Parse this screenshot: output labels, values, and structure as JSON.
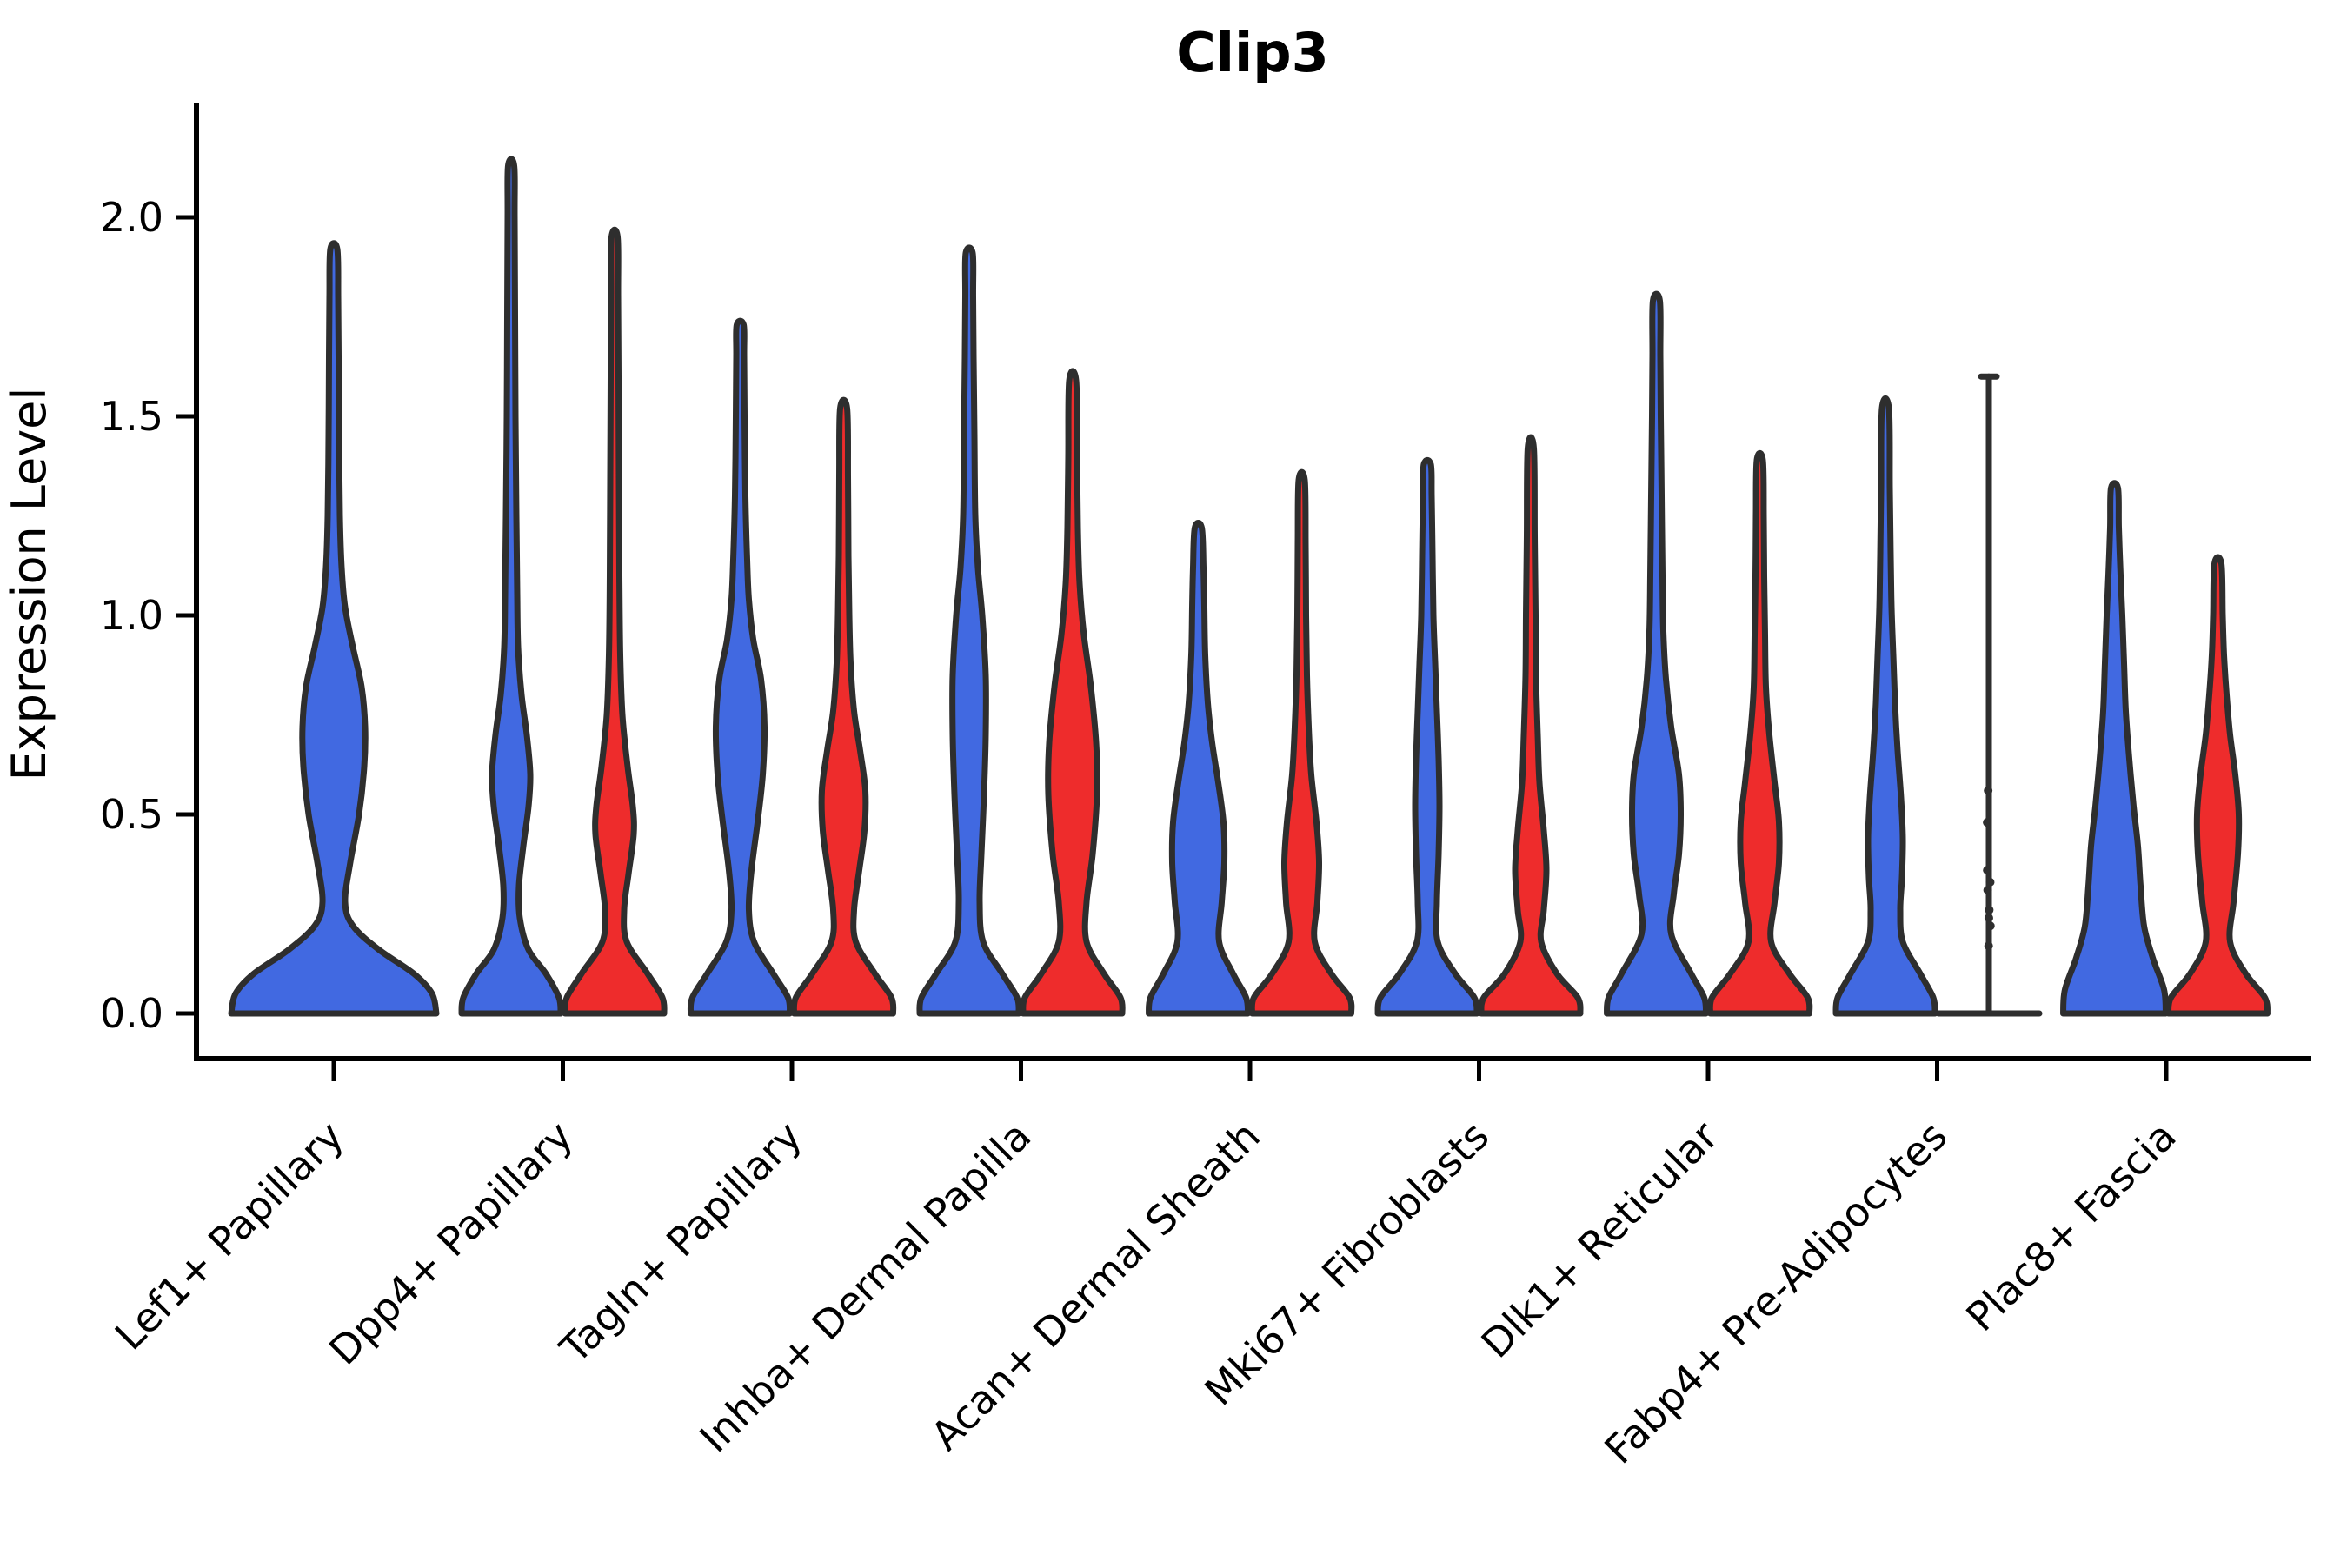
{
  "chart_data": {
    "type": "violin",
    "title": "Clip3",
    "ylabel": "Expression Level",
    "xlabel": "",
    "grid": false,
    "legend": "none",
    "y_ticks": [
      0.0,
      0.5,
      1.0,
      1.5,
      2.0
    ],
    "ylim": [
      -0.11,
      2.28
    ],
    "categories": [
      "Lef1+ Papillary",
      "Dpp4+ Papillary",
      "Tagln+ Papillary",
      "Inhba+ Dermal Papilla",
      "Acan+ Dermal Sheath",
      "Mki67+ Fibroblasts",
      "Dlk1+ Reticular",
      "Fabp4+ Pre-Adipocytes",
      "Plac8+ Fascia"
    ],
    "series": [
      {
        "name": "blue",
        "color": "#4169E1",
        "max_values": [
          1.92,
          2.13,
          1.73,
          1.91,
          1.22,
          1.38,
          1.79,
          1.52,
          1.32
        ]
      },
      {
        "name": "red",
        "color": "#EE2C2C",
        "max_values": [
          null,
          1.95,
          1.52,
          1.59,
          1.34,
          1.42,
          1.39,
          1.6,
          1.13
        ]
      }
    ],
    "edge_color": "#2E2E2E",
    "violins": [
      {
        "category": 0,
        "group": "blue",
        "placement": "single",
        "max": 1.92,
        "profile": [
          [
            0,
            118
          ],
          [
            0.05,
            113
          ],
          [
            0.1,
            92
          ],
          [
            0.16,
            52
          ],
          [
            0.22,
            22
          ],
          [
            0.28,
            13
          ],
          [
            0.38,
            19
          ],
          [
            0.5,
            29
          ],
          [
            0.62,
            35
          ],
          [
            0.72,
            36
          ],
          [
            0.82,
            32
          ],
          [
            0.92,
            22
          ],
          [
            1.02,
            13
          ],
          [
            1.12,
            9
          ],
          [
            1.25,
            7
          ],
          [
            1.45,
            6
          ],
          [
            1.65,
            5.5
          ],
          [
            1.8,
            5
          ],
          [
            1.92,
            4
          ]
        ]
      },
      {
        "category": 1,
        "group": "blue",
        "placement": "left",
        "max": 2.13,
        "profile": [
          [
            0,
            57
          ],
          [
            0.04,
            55
          ],
          [
            0.1,
            40
          ],
          [
            0.16,
            20
          ],
          [
            0.24,
            10
          ],
          [
            0.32,
            9
          ],
          [
            0.42,
            14
          ],
          [
            0.52,
            20
          ],
          [
            0.6,
            22
          ],
          [
            0.7,
            18
          ],
          [
            0.8,
            12
          ],
          [
            0.92,
            8
          ],
          [
            1.05,
            7
          ],
          [
            1.25,
            6
          ],
          [
            1.5,
            5
          ],
          [
            1.75,
            4.5
          ],
          [
            2.0,
            4
          ],
          [
            2.13,
            3.5
          ]
        ]
      },
      {
        "category": 1,
        "group": "red",
        "placement": "right",
        "max": 1.95,
        "profile": [
          [
            0,
            57
          ],
          [
            0.04,
            55
          ],
          [
            0.1,
            38
          ],
          [
            0.18,
            14
          ],
          [
            0.26,
            11
          ],
          [
            0.35,
            16
          ],
          [
            0.45,
            22
          ],
          [
            0.52,
            21
          ],
          [
            0.62,
            15
          ],
          [
            0.75,
            9
          ],
          [
            0.9,
            6.5
          ],
          [
            1.1,
            5.5
          ],
          [
            1.35,
            5
          ],
          [
            1.6,
            4.5
          ],
          [
            1.8,
            4
          ],
          [
            1.95,
            3.5
          ]
        ]
      },
      {
        "category": 2,
        "group": "blue",
        "placement": "left",
        "max": 1.73,
        "profile": [
          [
            0,
            57
          ],
          [
            0.04,
            55
          ],
          [
            0.1,
            38
          ],
          [
            0.18,
            16
          ],
          [
            0.26,
            10
          ],
          [
            0.36,
            13
          ],
          [
            0.48,
            20
          ],
          [
            0.6,
            26
          ],
          [
            0.72,
            28
          ],
          [
            0.84,
            24
          ],
          [
            0.94,
            15
          ],
          [
            1.04,
            10
          ],
          [
            1.14,
            8
          ],
          [
            1.3,
            6
          ],
          [
            1.5,
            5
          ],
          [
            1.65,
            4.5
          ],
          [
            1.73,
            4
          ]
        ]
      },
      {
        "category": 2,
        "group": "red",
        "placement": "right",
        "max": 1.52,
        "profile": [
          [
            0,
            57
          ],
          [
            0.04,
            55
          ],
          [
            0.1,
            36
          ],
          [
            0.18,
            14
          ],
          [
            0.26,
            12
          ],
          [
            0.36,
            18
          ],
          [
            0.46,
            24
          ],
          [
            0.56,
            25
          ],
          [
            0.66,
            19
          ],
          [
            0.76,
            12
          ],
          [
            0.88,
            8
          ],
          [
            1.0,
            6.5
          ],
          [
            1.15,
            5.5
          ],
          [
            1.35,
            5
          ],
          [
            1.52,
            4
          ]
        ]
      },
      {
        "category": 3,
        "group": "blue",
        "placement": "left",
        "max": 1.91,
        "profile": [
          [
            0,
            57
          ],
          [
            0.04,
            55
          ],
          [
            0.1,
            38
          ],
          [
            0.18,
            16
          ],
          [
            0.28,
            12
          ],
          [
            0.4,
            14
          ],
          [
            0.55,
            17
          ],
          [
            0.7,
            19
          ],
          [
            0.85,
            19
          ],
          [
            1.0,
            15
          ],
          [
            1.12,
            10
          ],
          [
            1.25,
            7
          ],
          [
            1.45,
            6
          ],
          [
            1.65,
            5
          ],
          [
            1.8,
            4.5
          ],
          [
            1.91,
            4
          ]
        ]
      },
      {
        "category": 3,
        "group": "red",
        "placement": "right",
        "max": 1.59,
        "profile": [
          [
            0,
            57
          ],
          [
            0.04,
            55
          ],
          [
            0.1,
            36
          ],
          [
            0.18,
            16
          ],
          [
            0.28,
            16
          ],
          [
            0.4,
            23
          ],
          [
            0.55,
            28
          ],
          [
            0.68,
            27
          ],
          [
            0.82,
            21
          ],
          [
            0.95,
            13
          ],
          [
            1.08,
            8
          ],
          [
            1.22,
            6
          ],
          [
            1.4,
            5
          ],
          [
            1.59,
            4
          ]
        ]
      },
      {
        "category": 4,
        "group": "blue",
        "placement": "left",
        "max": 1.22,
        "profile": [
          [
            0,
            57
          ],
          [
            0.04,
            55
          ],
          [
            0.1,
            40
          ],
          [
            0.18,
            24
          ],
          [
            0.28,
            27
          ],
          [
            0.38,
            30
          ],
          [
            0.48,
            29
          ],
          [
            0.58,
            23
          ],
          [
            0.68,
            16
          ],
          [
            0.78,
            11
          ],
          [
            0.9,
            8
          ],
          [
            1.02,
            7
          ],
          [
            1.12,
            6
          ],
          [
            1.22,
            4
          ]
        ]
      },
      {
        "category": 4,
        "group": "red",
        "placement": "right",
        "max": 1.34,
        "profile": [
          [
            0,
            57
          ],
          [
            0.04,
            55
          ],
          [
            0.1,
            34
          ],
          [
            0.18,
            15
          ],
          [
            0.28,
            18
          ],
          [
            0.38,
            20
          ],
          [
            0.48,
            17
          ],
          [
            0.6,
            11
          ],
          [
            0.72,
            8
          ],
          [
            0.85,
            6
          ],
          [
            1.0,
            5
          ],
          [
            1.18,
            4.5
          ],
          [
            1.34,
            3.5
          ]
        ]
      },
      {
        "category": 5,
        "group": "blue",
        "placement": "left",
        "max": 1.38,
        "profile": [
          [
            0,
            57
          ],
          [
            0.04,
            54
          ],
          [
            0.1,
            32
          ],
          [
            0.18,
            12
          ],
          [
            0.28,
            11
          ],
          [
            0.4,
            13
          ],
          [
            0.52,
            14
          ],
          [
            0.64,
            13
          ],
          [
            0.76,
            11
          ],
          [
            0.88,
            9
          ],
          [
            1.0,
            7
          ],
          [
            1.15,
            6
          ],
          [
            1.3,
            5
          ],
          [
            1.38,
            4
          ]
        ]
      },
      {
        "category": 5,
        "group": "red",
        "placement": "right",
        "max": 1.42,
        "profile": [
          [
            0,
            57
          ],
          [
            0.04,
            54
          ],
          [
            0.1,
            30
          ],
          [
            0.18,
            12
          ],
          [
            0.26,
            15
          ],
          [
            0.36,
            18
          ],
          [
            0.46,
            15
          ],
          [
            0.58,
            10
          ],
          [
            0.7,
            8
          ],
          [
            0.85,
            6
          ],
          [
            1.0,
            5.5
          ],
          [
            1.2,
            4.5
          ],
          [
            1.42,
            3.5
          ]
        ]
      },
      {
        "category": 6,
        "group": "blue",
        "placement": "left",
        "max": 1.79,
        "profile": [
          [
            0,
            57
          ],
          [
            0.04,
            55
          ],
          [
            0.1,
            40
          ],
          [
            0.2,
            17
          ],
          [
            0.3,
            20
          ],
          [
            0.4,
            26
          ],
          [
            0.5,
            28
          ],
          [
            0.6,
            26
          ],
          [
            0.72,
            17
          ],
          [
            0.84,
            11
          ],
          [
            0.96,
            8
          ],
          [
            1.1,
            7
          ],
          [
            1.3,
            6
          ],
          [
            1.5,
            5
          ],
          [
            1.65,
            4.5
          ],
          [
            1.79,
            4
          ]
        ]
      },
      {
        "category": 6,
        "group": "red",
        "placement": "right",
        "max": 1.39,
        "profile": [
          [
            0,
            57
          ],
          [
            0.04,
            55
          ],
          [
            0.1,
            34
          ],
          [
            0.18,
            13
          ],
          [
            0.28,
            17
          ],
          [
            0.38,
            22
          ],
          [
            0.48,
            22
          ],
          [
            0.58,
            17
          ],
          [
            0.7,
            11
          ],
          [
            0.82,
            7
          ],
          [
            0.95,
            6
          ],
          [
            1.1,
            5
          ],
          [
            1.25,
            4.5
          ],
          [
            1.39,
            3.5
          ]
        ]
      },
      {
        "category": 7,
        "group": "blue",
        "placement": "left",
        "max": 1.52,
        "profile": [
          [
            0,
            57
          ],
          [
            0.04,
            55
          ],
          [
            0.1,
            40
          ],
          [
            0.18,
            20
          ],
          [
            0.26,
            17
          ],
          [
            0.34,
            19
          ],
          [
            0.44,
            20
          ],
          [
            0.54,
            18
          ],
          [
            0.66,
            14
          ],
          [
            0.78,
            11
          ],
          [
            0.9,
            9
          ],
          [
            1.02,
            7
          ],
          [
            1.15,
            6
          ],
          [
            1.32,
            5
          ],
          [
            1.52,
            4
          ]
        ]
      },
      {
        "category": 7,
        "group": "red",
        "placement": "right",
        "max": 1.6,
        "degenerate": true,
        "point_values": [
          0.56,
          0.48,
          0.36,
          0.33,
          0.31,
          0.26,
          0.24,
          0.22,
          0.17
        ]
      },
      {
        "category": 8,
        "group": "blue",
        "placement": "left",
        "max": 1.32,
        "profile": [
          [
            0,
            59
          ],
          [
            0.06,
            57
          ],
          [
            0.14,
            44
          ],
          [
            0.22,
            34
          ],
          [
            0.32,
            30
          ],
          [
            0.42,
            27
          ],
          [
            0.52,
            22
          ],
          [
            0.64,
            17
          ],
          [
            0.76,
            13
          ],
          [
            0.88,
            11
          ],
          [
            1.0,
            9
          ],
          [
            1.1,
            7
          ],
          [
            1.22,
            5
          ],
          [
            1.32,
            4
          ]
        ]
      },
      {
        "category": 8,
        "group": "red",
        "placement": "right",
        "max": 1.13,
        "profile": [
          [
            0,
            57
          ],
          [
            0.04,
            54
          ],
          [
            0.1,
            32
          ],
          [
            0.18,
            14
          ],
          [
            0.28,
            18
          ],
          [
            0.4,
            23
          ],
          [
            0.5,
            24
          ],
          [
            0.6,
            20
          ],
          [
            0.7,
            14
          ],
          [
            0.8,
            10
          ],
          [
            0.9,
            7
          ],
          [
            1.0,
            5.5
          ],
          [
            1.13,
            4
          ]
        ]
      }
    ]
  }
}
